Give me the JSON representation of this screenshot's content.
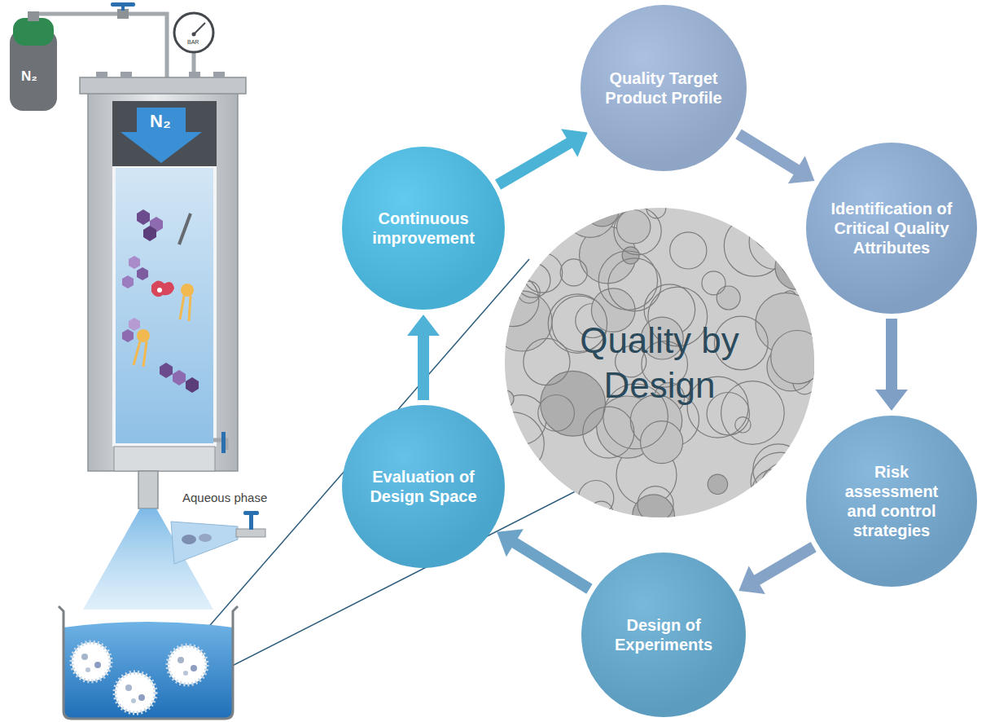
{
  "diagram": {
    "nodes": [
      {
        "text": [
          "Quality by Design"
        ]
      },
      {
        "text": [
          "Quality Target Product Profile"
        ]
      },
      {
        "text": [
          "Identification of Critical Quality Attributes"
        ]
      },
      {
        "text": [
          "Risk assessment and control strategies"
        ]
      },
      {
        "text": [
          "Design of Experiments"
        ]
      },
      {
        "text": [
          "Evaluation of Design Space"
        ]
      },
      {
        "text": [
          "Continuous improvement"
        ]
      }
    ],
    "edges": [
      {
        "from": 6,
        "to": 1,
        "arrow": "to"
      },
      {
        "from": 1,
        "to": 2,
        "arrow": "to"
      },
      {
        "from": 2,
        "to": 3,
        "arrow": "to"
      },
      {
        "from": 3,
        "to": 4,
        "arrow": "to"
      },
      {
        "from": 4,
        "to": 5,
        "arrow": "to"
      },
      {
        "from": 5,
        "to": 6,
        "arrow": "to"
      }
    ],
    "labels": [
      "N₂",
      "BAR",
      "N₂",
      "Aqueous phase"
    ]
  }
}
